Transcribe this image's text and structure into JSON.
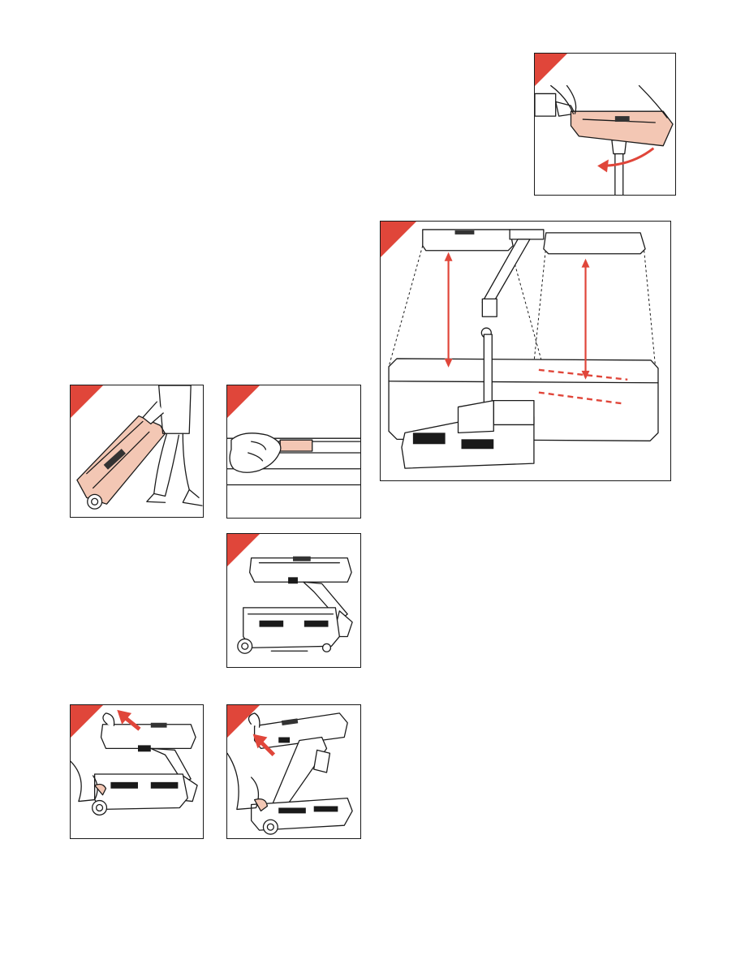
{
  "colors": {
    "accent_red": "#e0463a",
    "highlight_peach": "#f3c7b4",
    "outline": "#1a1a1a",
    "background": "#ffffff"
  },
  "figures": [
    {
      "id": "fig-head-rotate",
      "icon": "rotate-projection-head-illustration"
    },
    {
      "id": "fig-setup-height",
      "icon": "projector-setup-height-illustration"
    },
    {
      "id": "fig-roll-case",
      "icon": "rolling-case-illustration"
    },
    {
      "id": "fig-latch",
      "icon": "latch-release-illustration"
    },
    {
      "id": "fig-unfolded",
      "icon": "unfolded-projector-illustration"
    },
    {
      "id": "fig-lift-head",
      "icon": "lift-head-illustration"
    },
    {
      "id": "fig-fold-arm",
      "icon": "fold-arm-illustration"
    }
  ]
}
